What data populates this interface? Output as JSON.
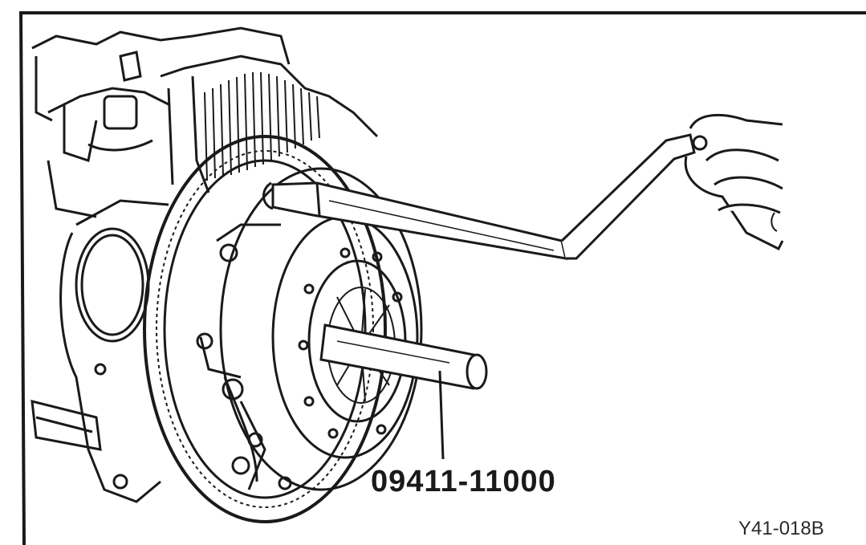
{
  "figure": {
    "tool_part_number": "09411-11000",
    "figure_code": "Y41-018B",
    "components": [
      "engine-block",
      "flywheel-ring-gear",
      "clutch-cover",
      "clutch-disc",
      "clutch-alignment-tool",
      "crank-wrench",
      "hand"
    ],
    "line_color": "#1a1a1a",
    "paper_color": "#ffffff"
  }
}
